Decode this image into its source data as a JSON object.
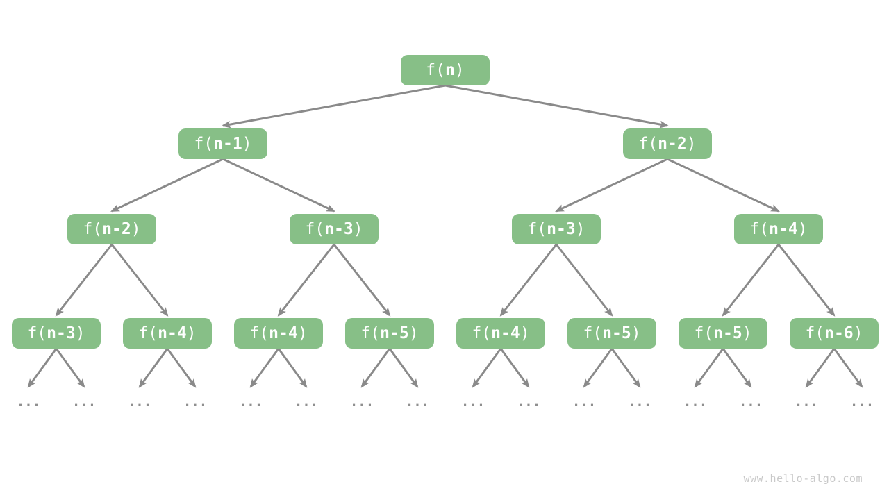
{
  "page": {
    "watermark": "www.hello-algo.com"
  },
  "colors": {
    "background": "#FFFFFF",
    "node_fill": "#87BF87",
    "node_text": "#FFFFFF",
    "edge": "#8A8A8A",
    "ellipsis": "#8F8F8F",
    "watermark": "#C9C9C9"
  },
  "tree": {
    "description": "recursion-tree-of-fibonacci-style-calls",
    "ellipsis_label": "...",
    "nodes": [
      {
        "id": "r",
        "label": "f(n)",
        "prefix": "f(",
        "var": "n",
        "suffix": ")",
        "children": [
          "a1",
          "a2"
        ]
      },
      {
        "id": "a1",
        "label": "f(n-1)",
        "prefix": "f(",
        "var": "n-1",
        "suffix": ")",
        "children": [
          "b1",
          "b2"
        ]
      },
      {
        "id": "a2",
        "label": "f(n-2)",
        "prefix": "f(",
        "var": "n-2",
        "suffix": ")",
        "children": [
          "b3",
          "b4"
        ]
      },
      {
        "id": "b1",
        "label": "f(n-2)",
        "prefix": "f(",
        "var": "n-2",
        "suffix": ")",
        "children": [
          "c1",
          "c2"
        ]
      },
      {
        "id": "b2",
        "label": "f(n-3)",
        "prefix": "f(",
        "var": "n-3",
        "suffix": ")",
        "children": [
          "c3",
          "c4"
        ]
      },
      {
        "id": "b3",
        "label": "f(n-3)",
        "prefix": "f(",
        "var": "n-3",
        "suffix": ")",
        "children": [
          "c5",
          "c6"
        ]
      },
      {
        "id": "b4",
        "label": "f(n-4)",
        "prefix": "f(",
        "var": "n-4",
        "suffix": ")",
        "children": [
          "c7",
          "c8"
        ]
      },
      {
        "id": "c1",
        "label": "f(n-3)",
        "prefix": "f(",
        "var": "n-3",
        "suffix": ")",
        "children": []
      },
      {
        "id": "c2",
        "label": "f(n-4)",
        "prefix": "f(",
        "var": "n-4",
        "suffix": ")",
        "children": []
      },
      {
        "id": "c3",
        "label": "f(n-4)",
        "prefix": "f(",
        "var": "n-4",
        "suffix": ")",
        "children": []
      },
      {
        "id": "c4",
        "label": "f(n-5)",
        "prefix": "f(",
        "var": "n-5",
        "suffix": ")",
        "children": []
      },
      {
        "id": "c5",
        "label": "f(n-4)",
        "prefix": "f(",
        "var": "n-4",
        "suffix": ")",
        "children": []
      },
      {
        "id": "c6",
        "label": "f(n-5)",
        "prefix": "f(",
        "var": "n-5",
        "suffix": ")",
        "children": []
      },
      {
        "id": "c7",
        "label": "f(n-5)",
        "prefix": "f(",
        "var": "n-5",
        "suffix": ")",
        "children": []
      },
      {
        "id": "c8",
        "label": "f(n-6)",
        "prefix": "f(",
        "var": "n-6",
        "suffix": ")",
        "children": []
      }
    ]
  }
}
